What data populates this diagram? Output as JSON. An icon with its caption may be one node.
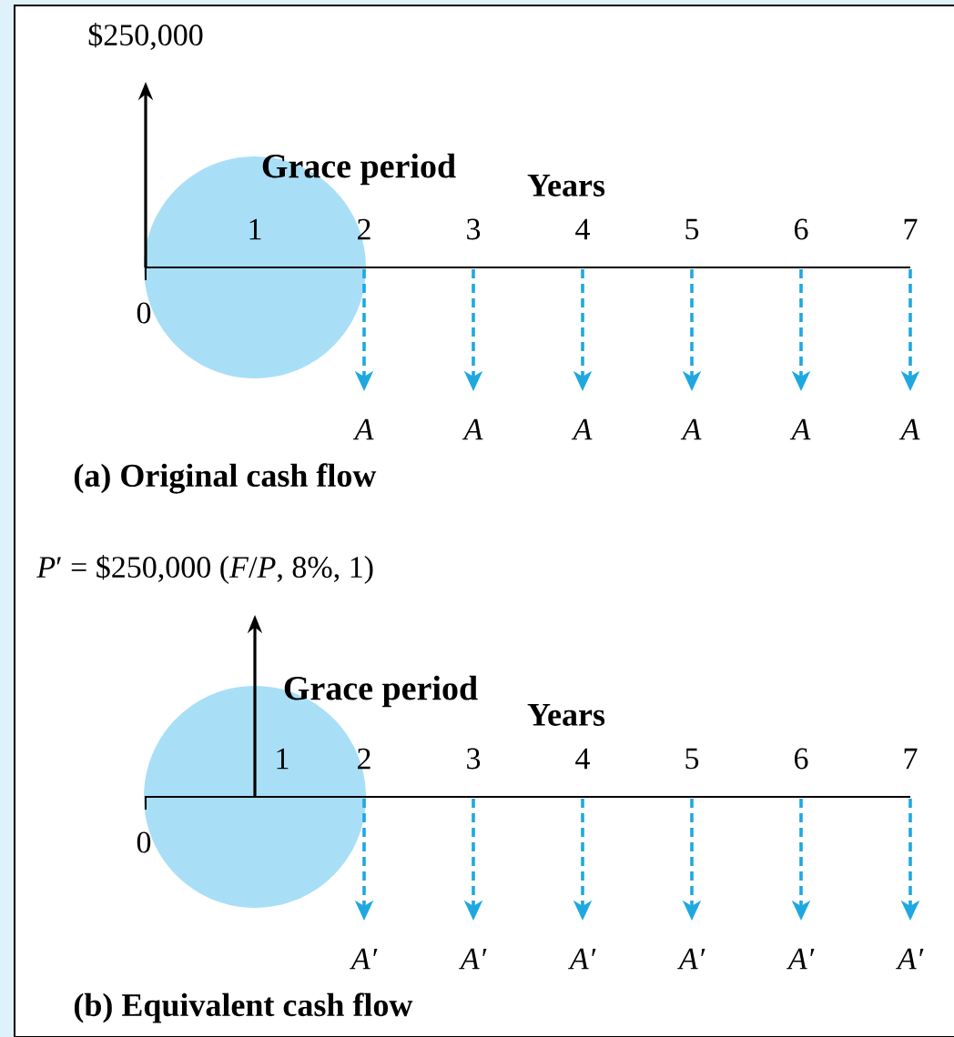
{
  "diagram": {
    "nodes": [
      {
        "text": [
          "Grace period"
        ]
      },
      {
        "text": [
          "Grace period"
        ]
      }
    ],
    "labels": [
      "$250,000",
      "Years",
      "1",
      "2",
      "3",
      "4",
      "5",
      "6",
      "7",
      "0",
      "A",
      "A",
      "A",
      "A",
      "A",
      "A",
      "(a) Original cash flow",
      "*P*′ = $250,000 (*F*/*P*, 8%, 1)",
      "Years",
      "1",
      "2",
      "3",
      "4",
      "5",
      "6",
      "7",
      "0",
      "A′",
      "A′",
      "A′",
      "A′",
      "A′",
      "A′",
      "(b) Equivalent cash flow"
    ]
  }
}
